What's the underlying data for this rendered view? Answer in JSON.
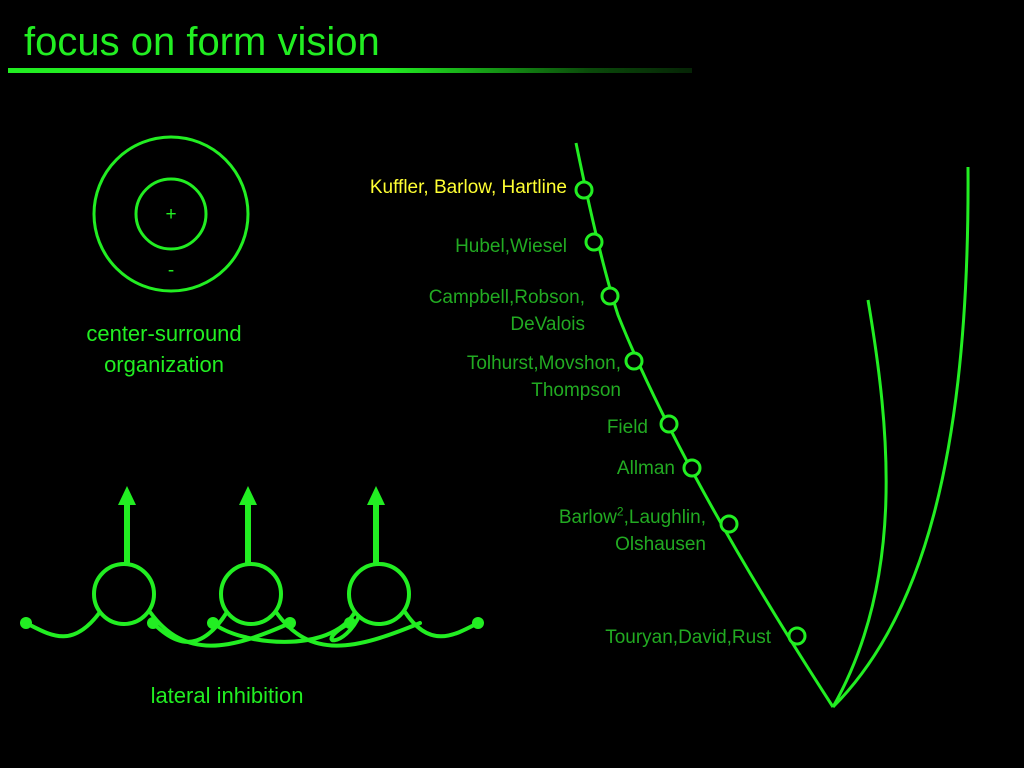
{
  "slide": {
    "title": "focus on form vision",
    "colors": {
      "bright_green": "#22ee22",
      "dark_green": "#22aa22",
      "highlight": "#ffff33",
      "background": "#000000"
    }
  },
  "center_surround": {
    "plus": "+",
    "minus": "-",
    "caption_line1": "center-surround",
    "caption_line2": "organization"
  },
  "lateral_inhibition": {
    "caption": "lateral inhibition"
  },
  "timeline": {
    "items": [
      {
        "line1": "Kuffler, Barlow, Hartline"
      },
      {
        "line1": "Hubel,Wiesel"
      },
      {
        "line1": "Campbell,Robson,",
        "line2": "DeValois"
      },
      {
        "line1": "Tolhurst,Movshon,",
        "line2": "Thompson"
      },
      {
        "line1": "Field"
      },
      {
        "line1": "Allman"
      },
      {
        "line1_pre": "Barlow",
        "line1_sup": "2",
        "line1_post": ",Laughlin,",
        "line2": "Olshausen"
      },
      {
        "line1": "Touryan,David,Rust"
      }
    ]
  }
}
